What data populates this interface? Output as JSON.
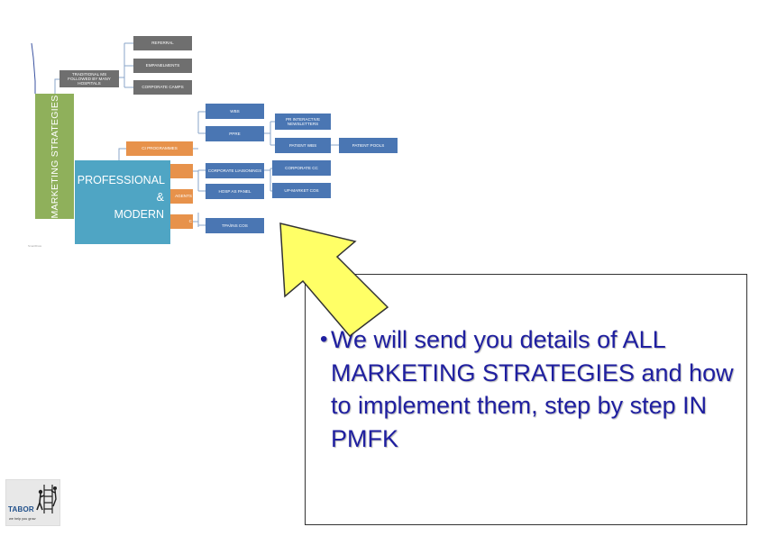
{
  "diagram": {
    "root_label": "MARKETING STRATEGIES",
    "modern_label": [
      "PROFESSIONAL",
      "&",
      "MODERN"
    ],
    "traditional": {
      "label": "TRADITIONAL MS followed by many hospitals",
      "children": [
        "REFERRAL",
        "EMPANELMENTS",
        "CORPORATE CAMPS"
      ]
    },
    "orange_branches": [
      "CI PROGRAMMES",
      "",
      "AGENTS",
      "C"
    ],
    "blue_nodes": {
      "wbs": "WBS",
      "ppre": "PPRE",
      "corporate_liaisonings": "CORPORATE LIAISONINGS",
      "hosp_as_panel": "HOSP AS PANEL",
      "tpa_ins": "TPA/INS COs",
      "pr_newsletters": "PR INTERACTIVE NEWSLETTERS",
      "patient_wbs": "PATIENT WBS",
      "patient_pools": "PATIENT POOLS",
      "corporate_cc": "CORPORATE CC",
      "upmarket_cos": "UP-MARKET Cos"
    },
    "small_caption": "SmartDraw"
  },
  "callout": {
    "bullet": "•",
    "text": "We will send you details of ALL MARKETING STRATEGIES and how to implement them, step by step IN PMFK",
    "text_color": "#1f1fa0"
  },
  "arrow": {
    "fill": "#ffff66",
    "stroke": "#333333"
  },
  "logo": {
    "name": "TABOR",
    "tagline": "we help you grow"
  },
  "colors": {
    "gray_node": "#6f6f6f",
    "blue_node": "#4a76b3",
    "orange_node": "#e7924b",
    "green_root": "#8fb05b",
    "teal_modern": "#4fa5c4"
  }
}
